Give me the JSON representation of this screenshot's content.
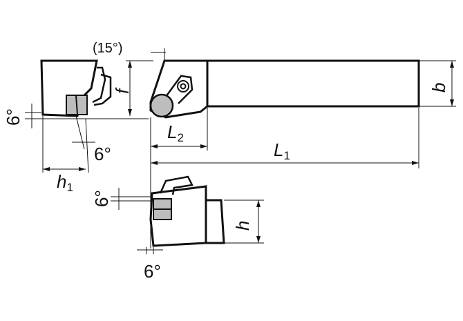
{
  "labels": {
    "angle_top": "(15°)",
    "dim_f": "f",
    "dim_b": "b",
    "dim_h": "h",
    "dim_L2_main": "L",
    "dim_L2_sub": "2",
    "dim_L1_main": "L",
    "dim_L1_sub": "1",
    "dim_h1_main": "h",
    "dim_h1_sub": "1",
    "angle_left": "6°",
    "angle_mid": "6°",
    "angle_front_left": "6°",
    "angle_front_bottom": "6°"
  },
  "colors": {
    "stroke": "#111111",
    "insert_fill": "#bdbdbd",
    "background": "#ffffff"
  }
}
